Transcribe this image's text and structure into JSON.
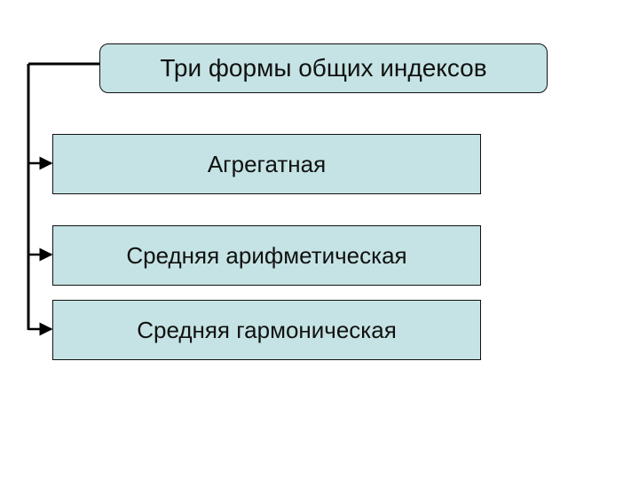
{
  "diagram": {
    "title": "Три формы общих индексов",
    "items": [
      {
        "label": "Агрегатная"
      },
      {
        "label": "Средняя арифметическая"
      },
      {
        "label": "Средняя гармоническая"
      }
    ]
  },
  "colors": {
    "box_fill": "#c5e3e4",
    "border": "#111111",
    "connector": "#000000",
    "text": "#111111"
  }
}
